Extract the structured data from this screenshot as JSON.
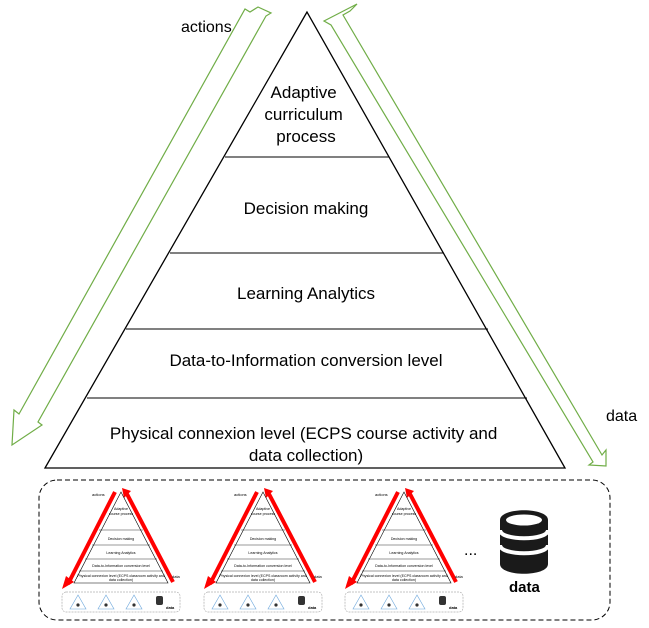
{
  "side_labels": {
    "actions": "actions",
    "data": "data"
  },
  "pyramid_levels": [
    {
      "lines": [
        "Adaptive",
        "curriculum",
        "process"
      ]
    },
    {
      "lines": [
        "Decision making"
      ]
    },
    {
      "lines": [
        "Learning Analytics"
      ]
    },
    {
      "lines": [
        "Data-to-Information conversion level"
      ]
    },
    {
      "lines": [
        "Physical connexion level (ECPS course activity and",
        "data collection)"
      ]
    }
  ],
  "mini_pyramids": {
    "actions_label": "actions",
    "data_label": "data",
    "levels": [
      [
        "Adaptive",
        "course process"
      ],
      [
        "Decision making"
      ],
      [
        "Learning Analytics"
      ],
      [
        "Data-to-Information conversion level"
      ],
      [
        "Physical connexion level (ECPS classroom activity and",
        "data collection)"
      ]
    ],
    "count": 3
  },
  "ellipsis": "...",
  "database": {
    "label": "data",
    "icon": "database-icon"
  },
  "colors": {
    "outline_arrow": "#70ad47",
    "red_arrow": "#ff0000",
    "pyramid_stroke": "#000000"
  }
}
